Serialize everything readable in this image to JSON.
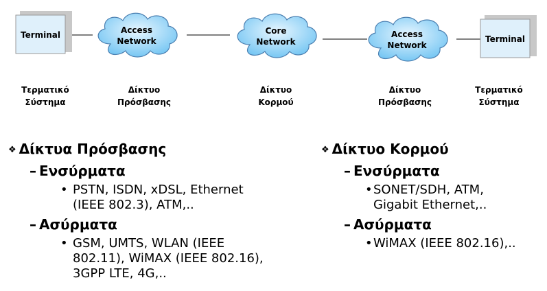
{
  "diagram": {
    "nodes": {
      "terminal_left": "Terminal",
      "access_left": [
        "Access",
        "Network"
      ],
      "core": [
        "Core",
        "Network"
      ],
      "access_right": [
        "Access",
        "Network"
      ],
      "terminal_right": "Terminal"
    },
    "captions": {
      "terminal_left": [
        "Τερματικό",
        "Σύστημα"
      ],
      "access_left": [
        "Δίκτυο",
        "Πρόσβασης"
      ],
      "core": [
        "Δίκτυο",
        "Κορμού"
      ],
      "access_right": [
        "Δίκτυο",
        "Πρόσβασης"
      ],
      "terminal_right": [
        "Τερματικό",
        "Σύστημα"
      ]
    },
    "colors": {
      "cloud_light": "#e8f6ff",
      "cloud_dark": "#6ec3f2",
      "cloud_outline": "#4b7fb0",
      "terminal_fill": "#dff0fb",
      "terminal_shadow": "#c8c8c8"
    }
  },
  "left_list": {
    "heading": "Δίκτυα Πρόσβασης",
    "wired": {
      "label": "Ενσύρματα",
      "items": [
        "PSTN, ISDN, xDSL, Ethernet\n(IEEE 802.3), ATM,.."
      ]
    },
    "wireless": {
      "label": "Ασύρματα",
      "items": [
        "GSM, UMTS, WLAN (IEEE\n802.11), WiMAX (IEEE 802.16),\n3GPP LTE, 4G,.."
      ]
    }
  },
  "right_list": {
    "heading": "Δίκτυο Κορμού",
    "wired": {
      "label": "Ενσύρματα",
      "items": [
        "SONET/SDH, ATM,\nGigabit Ethernet,.."
      ]
    },
    "wireless": {
      "label": "Ασύρματα",
      "items": [
        "WiMAX (IEEE 802.16),.."
      ]
    }
  }
}
